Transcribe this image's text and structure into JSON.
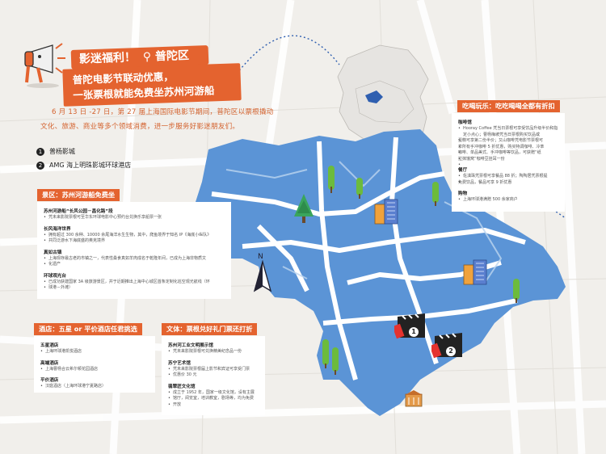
{
  "header": {
    "title": "影迷福利！",
    "title_location": "普陀区",
    "subtitle_line1": "普陀电影节联动优惠，",
    "subtitle_line2": "一张票根就能免费坐苏州河游船"
  },
  "intro": {
    "line1": "6 月 13 日 -27 日，第 27 届上海国际电影节期间，普陀区以票根撬动",
    "line2": "文化、旅游、商业等多个领域消费，进一步服务好影迷朋友们。"
  },
  "venues": [
    {
      "num": "1",
      "name": "普杨影城"
    },
    {
      "num": "2",
      "name": "AMG 海上明珠影城环球港店"
    }
  ],
  "sections": {
    "scenic": {
      "heading": "景区：苏州河游船免费坐",
      "items": [
        {
          "title": "苏州河游船“长风公园－昌化路”段",
          "desc": [
            "凭未来影院票根可至华东环球电影中心预约台兑换乐享船票一张"
          ]
        },
        {
          "title": "长风海洋世界",
          "desc": [
            "拥有超过 300 余种、10000 余尾海洋水生生物，其中，爬鱼境界于知名 IP《海底小纵队》",
            "共同泛游水下海底盛的奥克境界"
          ]
        },
        {
          "title": "真如古镇",
          "desc": [
            "上海现存最古老的市镇之一，代表性桑食真如羊肉成名于乾隆年间，已成为上海非物质文",
            "化遗产"
          ]
        },
        {
          "title": "环球观光台",
          "desc": [
            "已成功获建国家 3A 级旅游景区，并于近期推出上海中心城区首条定制化巡空观光航线（环",
            "球港－外滩）"
          ]
        }
      ]
    },
    "hotel": {
      "heading": "酒店：五星 or 平价酒店任君挑选",
      "items": [
        {
          "title": "五星酒店",
          "desc": [
            "上海环球港凯悦酒店"
          ]
        },
        {
          "title": "高端酒店",
          "desc": [
            "上海曹杨合云希尔顿花园酒店"
          ]
        },
        {
          "title": "平价酒店",
          "desc": [
            "汉庭酒店（上海环球港宁夏路店）"
          ]
        }
      ]
    },
    "culture": {
      "heading": "文体：票根兑好礼门票还打折",
      "items": [
        {
          "title": "苏州河工业文明展示馆",
          "desc": [
            "凭未来影院票根可兑换精美纪念品一份"
          ]
        },
        {
          "title": "苏宁艺术馆",
          "desc": [
            "凭未来影院票根届上影节和宾证可享受门票",
            "优惠价 30 元"
          ]
        },
        {
          "title": "翡翠匠文化馆",
          "desc": [
            "成立于 1952 年，国家一级文化馆，设有主展",
            "馆厅，阅览室，培训教室，剧场等，均为免费",
            "开放"
          ]
        }
      ]
    },
    "food": {
      "heading": "吃喝玩乐：吃吃喝喝全都有折扣",
      "groups": [
        {
          "title": "咖啡馆",
          "desc": [
            "Hooray Coffee 凭当日票根可享受饮品升级半价和指定小点心；曹杨梅坡凭当日票根购买饮品或",
            "蛋糕可享第二份半价；又山咖啡凭电影节票根可",
            "享所有手冲咖啡 5 折优惠，购买特调咖啡、冷萃",
            "咖啡、单品美式、手冲咖啡等饮品，可获赠“纸",
            "拉抹饿窝”咖啡豆挂耳一份"
          ]
        },
        {
          "title": "餐厅",
          "desc": [
            "佐滇珠凭票根可享餐品 88 折；陶陶居凭票根提",
            "免费饮品，餐品可享 9 折优惠"
          ]
        },
        {
          "title": "购物",
          "desc": [
            "上海环球港满赠 500 余家商户"
          ]
        }
      ]
    }
  },
  "map_markers": [
    {
      "num": "1",
      "name": "普杨影城"
    },
    {
      "num": "2",
      "name": "AMG 海上明珠影城环球港店"
    }
  ],
  "colors": {
    "accent": "#e4632f",
    "district": "#5b94d6",
    "district_dark": "#3f7bc4",
    "road": "#ffffff",
    "background": "#f1efeb"
  }
}
